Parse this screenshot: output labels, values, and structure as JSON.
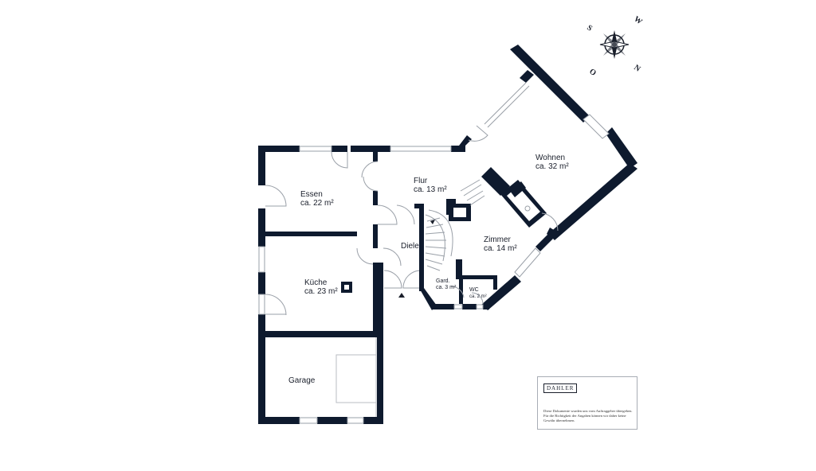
{
  "rooms": {
    "wohnen": {
      "name": "Wohnen",
      "area": "ca. 32 m²"
    },
    "flur": {
      "name": "Flur",
      "area": "ca. 13 m²"
    },
    "essen": {
      "name": "Essen",
      "area": "ca. 22 m²"
    },
    "zimmer": {
      "name": "Zimmer",
      "area": "ca. 14 m²"
    },
    "diele": {
      "name": "Diele"
    },
    "kueche": {
      "name": "Küche",
      "area": "ca. 23 m²"
    },
    "gard": {
      "name": "Gard.",
      "area": "ca. 3 m²"
    },
    "wc": {
      "name": "WC",
      "area": "ca. 2 m²"
    },
    "garage": {
      "name": "Garage"
    }
  },
  "compass": {
    "n": "N",
    "s": "S",
    "w": "W",
    "o": "O"
  },
  "infobox": {
    "brand": "DAHLER",
    "disclaimer": "Diese Dokumente wurden uns vom Auftraggeber übergeben. Für die Richtigkeit der Angaben können wir daher keine Gewähr übernehmen."
  },
  "colors": {
    "wall": "#0e1a2e",
    "line": "#9aa0a8"
  }
}
